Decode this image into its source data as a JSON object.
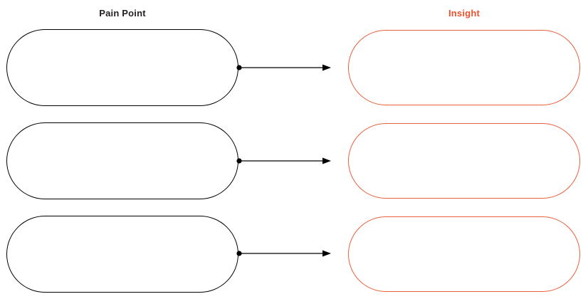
{
  "diagram": {
    "type": "pain-point-to-insight-mapping",
    "row_count": 3
  },
  "headers": {
    "pain_point": "Pain Point",
    "insight": "Insight"
  },
  "colors": {
    "background": "#ffffff",
    "pain_point_header_text": "#231f20",
    "insight_header_text": "#e8512b",
    "pain_point_shape_border": "#000000",
    "insight_shape_border": "#e8603c",
    "connector": "#000000"
  },
  "rows": [
    {
      "pain_point_value": "",
      "insight_value": ""
    },
    {
      "pain_point_value": "",
      "insight_value": ""
    },
    {
      "pain_point_value": "",
      "insight_value": ""
    }
  ]
}
